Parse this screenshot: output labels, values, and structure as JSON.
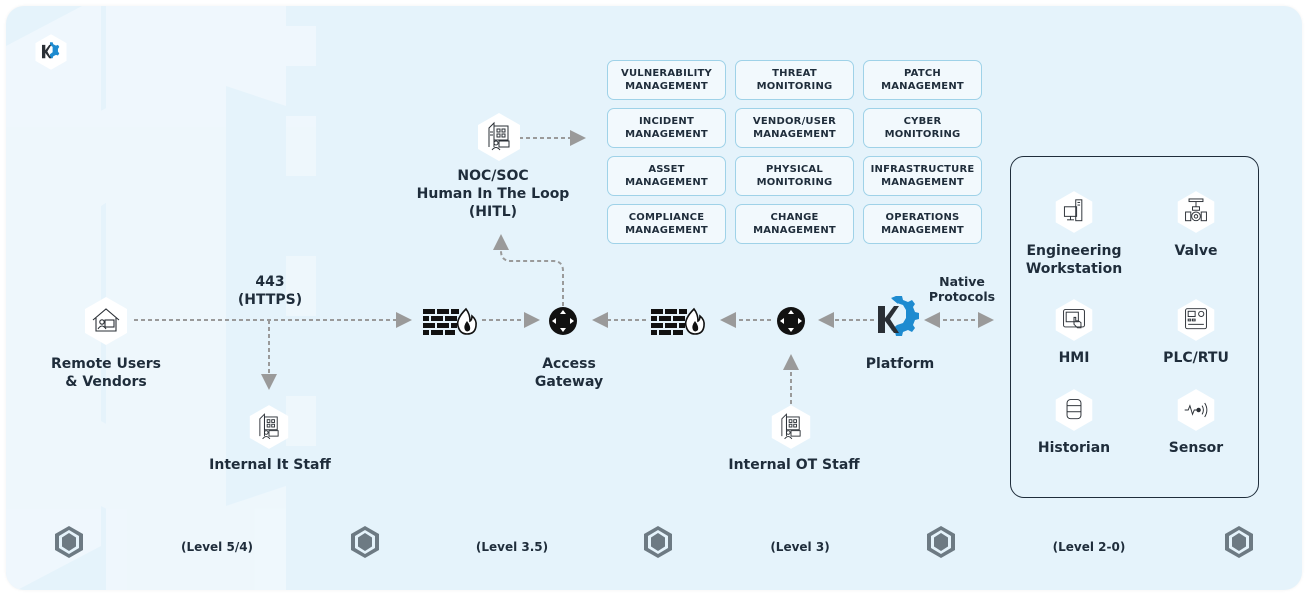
{
  "brand": {
    "logo_icon": "k-gear-logo-icon",
    "primary_color": "#1e8bd0",
    "dark_color": "#2a2f35",
    "panel_background": "#e5f3fb",
    "connector_color": "#9a9a9a"
  },
  "services": [
    [
      "VULNERABILITY",
      "MANAGEMENT"
    ],
    [
      "THREAT",
      "MONITORING"
    ],
    [
      "PATCH",
      "MANAGEMENT"
    ],
    [
      "INCIDENT",
      "MANAGEMENT"
    ],
    [
      "VENDOR/USER",
      "MANAGEMENT"
    ],
    [
      "CYBER",
      "MONITORING"
    ],
    [
      "ASSET",
      "MANAGEMENT"
    ],
    [
      "PHYSICAL",
      "MONITORING"
    ],
    [
      "INFRASTRUCTURE",
      "MANAGEMENT"
    ],
    [
      "COMPLIANCE",
      "MANAGEMENT"
    ],
    [
      "CHANGE",
      "MANAGEMENT"
    ],
    [
      "OPERATIONS",
      "MANAGEMENT"
    ]
  ],
  "nodes": {
    "noc_soc": {
      "lines": [
        "NOC/SOC",
        "Human In The Loop",
        "(HITL)"
      ],
      "icon": "office-building-user-icon"
    },
    "remote_users": {
      "lines": [
        "Remote Users",
        "& Vendors"
      ],
      "icon": "home-office-user-icon"
    },
    "internal_it": {
      "label": "Internal It Staff",
      "icon": "office-building-user-icon"
    },
    "internal_ot": {
      "label": "Internal OT Staff",
      "icon": "office-building-user-icon"
    },
    "access_gateway": {
      "lines": [
        "Access",
        "Gateway"
      ],
      "icon": "router-icon"
    },
    "platform": {
      "label": "Platform",
      "icon": "k-gear-logo-icon"
    },
    "firewall_1": {
      "icon": "firewall-icon"
    },
    "firewall_2": {
      "icon": "firewall-icon"
    },
    "router_ot": {
      "icon": "router-icon"
    }
  },
  "connector_labels": {
    "https": [
      "443",
      "(HTTPS)"
    ],
    "native": [
      "Native",
      "Protocols"
    ]
  },
  "devices": [
    {
      "lines": [
        "Engineering",
        "Workstation"
      ],
      "icon": "workstation-icon"
    },
    {
      "lines": [
        "Valve"
      ],
      "icon": "valve-icon"
    },
    {
      "lines": [
        "HMI"
      ],
      "icon": "hmi-touchscreen-icon"
    },
    {
      "lines": [
        "PLC/RTU"
      ],
      "icon": "plc-controller-icon"
    },
    {
      "lines": [
        "Historian"
      ],
      "icon": "database-icon"
    },
    {
      "lines": [
        "Sensor"
      ],
      "icon": "sensor-signal-icon"
    }
  ],
  "levels": [
    "(Level 5/4)",
    "(Level 3.5)",
    "(Level 3)",
    "(Level 2-0)"
  ]
}
